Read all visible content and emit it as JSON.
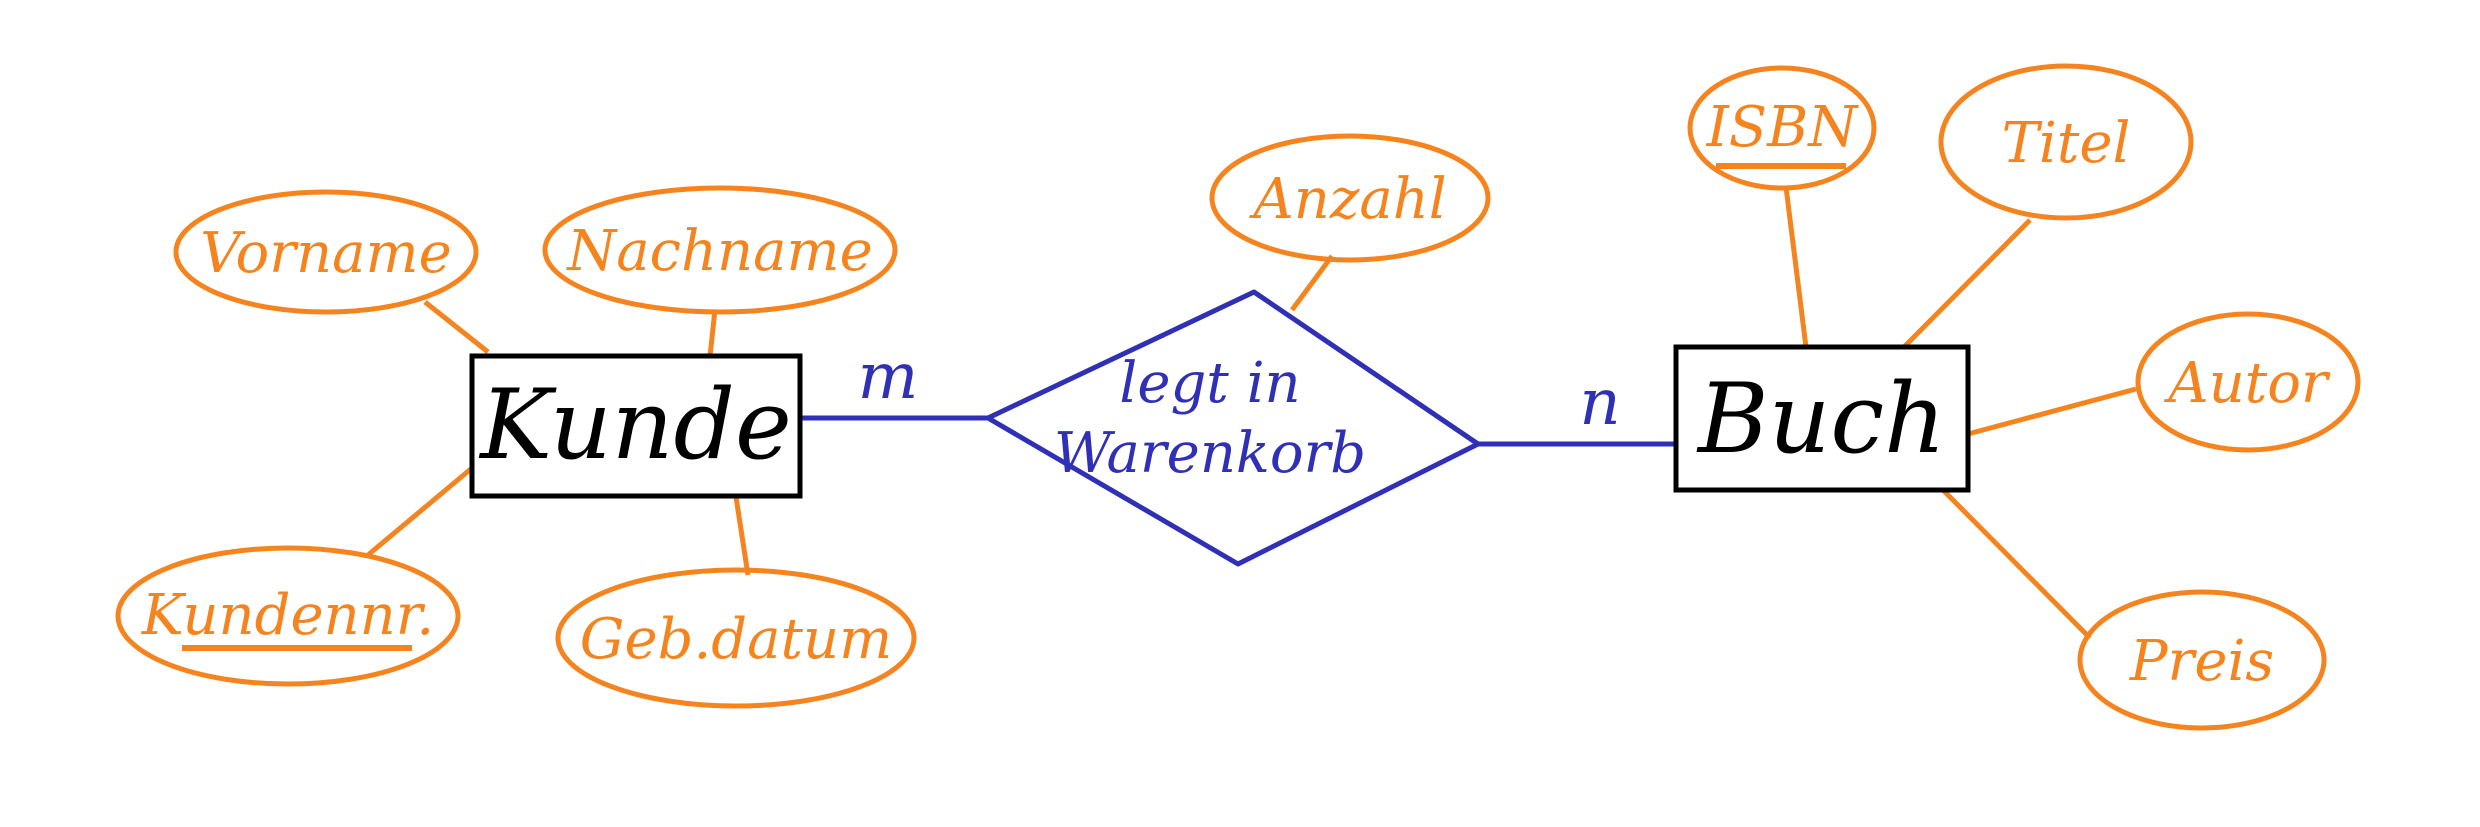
{
  "colors": {
    "attribute": "#f5841f",
    "relationship": "#2f30b5",
    "entity": "#000000",
    "background": "#ffffff"
  },
  "entities": {
    "kunde": "Kunde",
    "buch": "Buch"
  },
  "relationship": {
    "line1": "legt in",
    "line2": "Warenkorb",
    "attribute": "Anzahl"
  },
  "cardinality": {
    "left": "m",
    "right": "n"
  },
  "kunde_attributes": {
    "vorname": "Vorname",
    "nachname": "Nachname",
    "kundennr": "Kundennr.",
    "gebdatum": "Geb.datum"
  },
  "buch_attributes": {
    "isbn": "ISBN",
    "titel": "Titel",
    "autor": "Autor",
    "preis": "Preis"
  }
}
